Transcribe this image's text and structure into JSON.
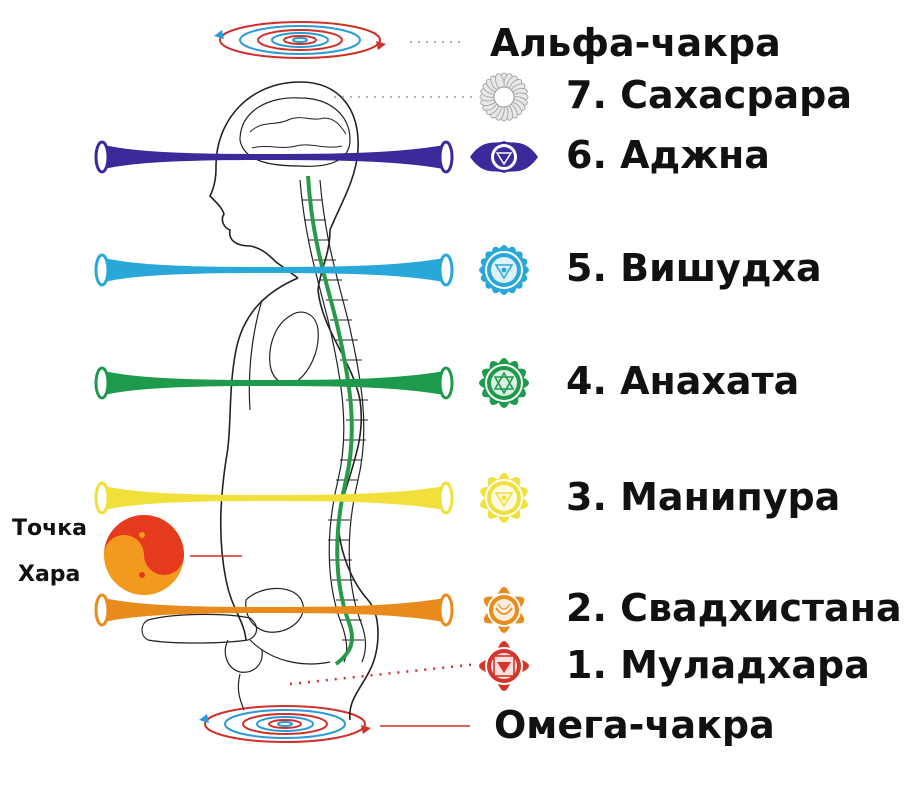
{
  "labels": {
    "alpha": "Альфа-чакра",
    "omega": "Омега-чакра",
    "hara_line1": "Точка",
    "hara_line2": "Хара"
  },
  "chakras": [
    {
      "label": "7. Сахасрара",
      "color": "#d9d9d9",
      "icon": "sahasrara-lotus-icon"
    },
    {
      "label": "6. Аджна",
      "color": "#3a2a9a",
      "icon": "ajna-chakra-icon"
    },
    {
      "label": "5. Вишудха",
      "color": "#29a7d8",
      "icon": "vishuddha-chakra-icon"
    },
    {
      "label": "4. Анахата",
      "color": "#1e9a4c",
      "icon": "anahata-chakra-icon"
    },
    {
      "label": "3. Манипура",
      "color": "#f1e03a",
      "icon": "manipura-chakra-icon"
    },
    {
      "label": "2. Свадхистана",
      "color": "#e98a1c",
      "icon": "svadhisthana-chakra-icon"
    },
    {
      "label": "1. Муладхара",
      "color": "#d4342a",
      "icon": "muladhara-chakra-icon"
    }
  ],
  "colors": {
    "spine_channel": "#2a9a4a",
    "outline": "#222222",
    "hara_top": "#e53a1e",
    "hara_bottom": "#f39a1e",
    "spiral_red": "#d0302a",
    "spiral_blue": "#2a9ad8",
    "dotted_gray": "#b0b0b0",
    "dotted_red": "#d0302a"
  }
}
